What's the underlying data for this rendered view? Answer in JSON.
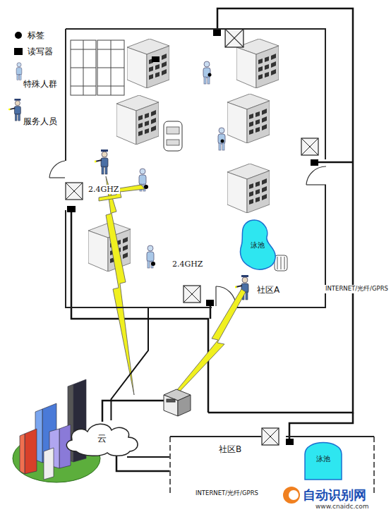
{
  "diagram": {
    "nodes": [
      {
        "text": [
          "社区A"
        ]
      },
      {
        "text": [
          "泳池"
        ],
        "in": 0
      },
      {
        "text": [
          "云"
        ]
      },
      {
        "text": [
          "社区B"
        ]
      },
      {
        "text": [
          "泳池"
        ],
        "in": 3
      }
    ],
    "edges": [
      {
        "from": 0,
        "to": 2,
        "arrow": "none"
      },
      {
        "from": 3,
        "to": 2,
        "arrow": "none"
      }
    ],
    "labels": [
      "2.4GHZ",
      "2.4GHZ",
      "INTERNET/光纤/GPRS",
      "INTERNET/光纤/GPRS",
      "自动识别网",
      "www.cnaidc.com"
    ],
    "legend": [
      {
        "text": "标签"
      },
      {
        "text": "读写器"
      },
      {
        "text": "特殊人群"
      },
      {
        "text": "服务人员"
      }
    ]
  }
}
